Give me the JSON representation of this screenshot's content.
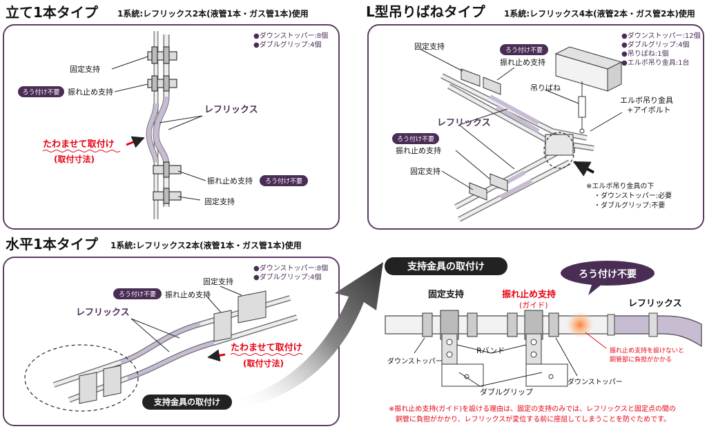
{
  "panel_vertical": {
    "title": "立て1本タイプ",
    "subtitle": "1系統:レフリックス2本(液管1本・ガス管1本)使用",
    "parts": [
      "●ダウンストッパー:8個",
      "●ダブルグリップ:4個"
    ],
    "label_fixed_top": "固定支持",
    "badge_top": "ろう付け不要",
    "label_antivib_top": "振れ止め支持",
    "label_reflex": "レフリックス",
    "bend_label": "たわませて取付け",
    "bend_sub": "(取付寸法)",
    "label_antivib_bottom": "振れ止め支持",
    "badge_bottom": "ろう付け不要",
    "label_fixed_bottom": "固定支持"
  },
  "panel_lshape": {
    "title": "L型吊りばねタイプ",
    "subtitle": "1系統:レフリックス4本(液管2本・ガス管2本)使用",
    "parts": [
      "●ダウンストッパー:12個",
      "●ダブルグリップ:4個",
      "●吊りばね:1個",
      "●エルボ吊り金具:1台"
    ],
    "label_fixed_top": "固定支持",
    "badge_top": "ろう付け不要",
    "label_antivib_top": "振れ止め支持",
    "label_spring": "吊りばね",
    "label_elbow_1": "エルボ吊り金具",
    "label_elbow_2": "+アイボルト",
    "label_reflex": "レフリックス",
    "badge_mid": "ろう付け不要",
    "label_antivib_mid": "振れ止め支持",
    "label_fixed_bottom": "固定支持",
    "note_1": "※エルボ吊り金具の下",
    "note_2": "・ダウンストッパー:必要",
    "note_3": "・ダブルグリップ:不要"
  },
  "panel_horizontal": {
    "title": "水平1本タイプ",
    "subtitle": "1系統:レフリックス2本(液管1本・ガス管1本)使用",
    "parts": [
      "●ダウンストッパー:8個",
      "●ダブルグリップ:4個"
    ],
    "label_fixed": "固定支持",
    "badge": "ろう付け不要",
    "label_antivib": "振れ止め支持",
    "label_reflex": "レフリックス",
    "bend_label": "たわませて取付け",
    "bend_sub": "(取付寸法)",
    "mount_tag": "支持金具の取付け"
  },
  "detail": {
    "title": "支持金具の取付け",
    "bubble": "ろう付け不要",
    "label_fixed": "固定支持",
    "label_antivib": "振れ止め支持",
    "label_guide": "(ガイド)",
    "label_reflex": "レフリックス",
    "label_downstopper_left": "ダウンストッパー",
    "label_rband": "Rバンド",
    "label_doublegrip": "ダブルグリップ",
    "label_downstopper_right": "ダウンストッパー",
    "warn_1": "振れ止め支持を設けないと",
    "warn_2": "銅管部に負担がかかる",
    "footnote_1": "※振れ止め支持(ガイド)を設ける理由は、固定の支持のみでは、レフリックスと固定点の間の",
    "footnote_2": "銅管に負担がかかり、レフリックスが変位する前に座屈してしまうことを防ぐためです。"
  },
  "colors": {
    "panel_border": "#5c3a63",
    "badge": "#4a2d55",
    "accent_red": "#e60012",
    "flex_pipe": "#c8bcd3",
    "pipe": "#e6e6e6"
  }
}
